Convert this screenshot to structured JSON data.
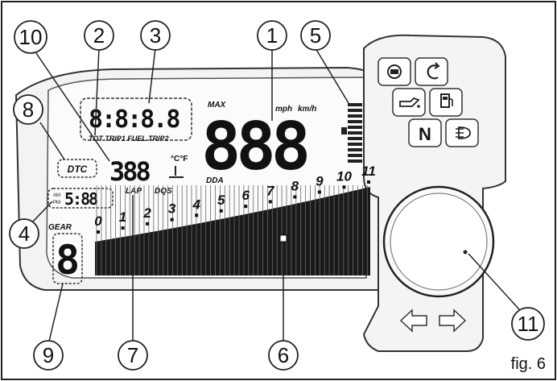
{
  "figure_label": "fig. 6",
  "callouts": [
    "1",
    "2",
    "3",
    "4",
    "5",
    "6",
    "7",
    "8",
    "9",
    "10",
    "11"
  ],
  "display": {
    "speed_digits": "888",
    "speed_max": "MAX",
    "speed_units_mph": "mph",
    "speed_units_kmh": "km/h",
    "dda": "DDA",
    "odometer_digits": "8:8:8.8",
    "odo_modes": "TOT TRIP1 FUEL TRIP2",
    "temp_digits": "388",
    "temp_units": "°C°F",
    "lap": "LAP",
    "dqs": "DQS",
    "dtc": "DTC",
    "clock_digits": "5:88",
    "gear_label": "GEAR",
    "gear_digit": "8",
    "neutral": "N",
    "rpm_ticks": [
      "0",
      "1",
      "2",
      "3",
      "4",
      "5",
      "6",
      "7",
      "8",
      "9",
      "10",
      "11"
    ]
  },
  "icons": [
    "engine-check-icon",
    "immobilizer-icon",
    "oil-pressure-icon",
    "fuel-reserve-icon",
    "high-beam-icon",
    "left-turn-arrow-icon",
    "right-turn-arrow-icon"
  ]
}
